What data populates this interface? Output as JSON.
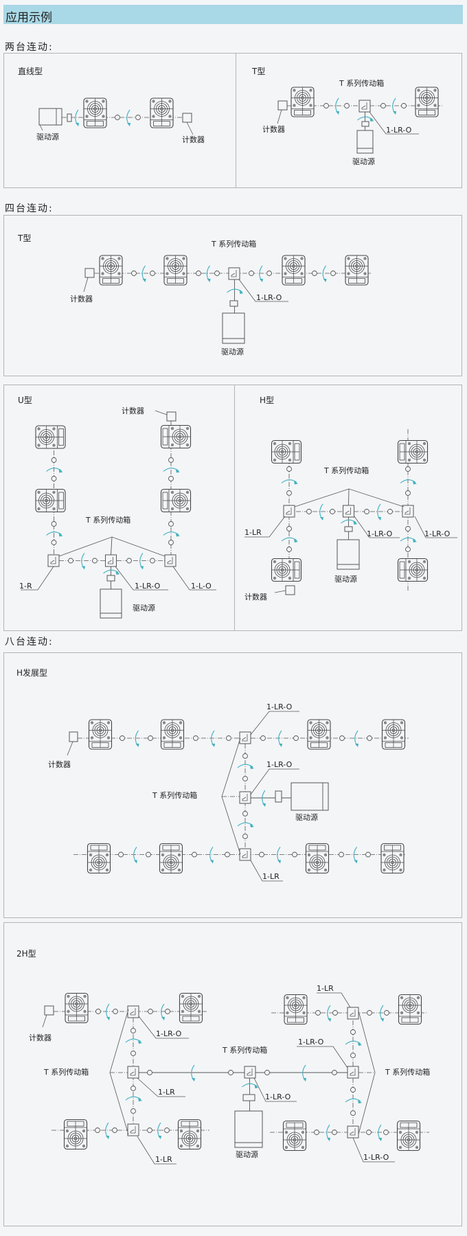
{
  "header": {
    "title": "应用示例"
  },
  "sections": {
    "two": "两台连动:",
    "four": "四台连动:",
    "eight": "八台连动:"
  },
  "labels": {
    "straight": "直线型",
    "t_type": "T型",
    "u_type": "U型",
    "h_type": "H型",
    "h_ext": "H发展型",
    "h2": "2H型",
    "drive": "驱动源",
    "counter": "计数器",
    "tbox": "T 系列传动箱",
    "lr0": "1-LR-O",
    "lr": "1-LR",
    "r": "1-R",
    "l0": "1-L-O"
  },
  "colors": {
    "header_bg": "#a9d8e6",
    "line": "#555555",
    "arrow": "#3fb0bf",
    "border": "#b4b4b6",
    "page_bg": "#f4f5f7"
  }
}
